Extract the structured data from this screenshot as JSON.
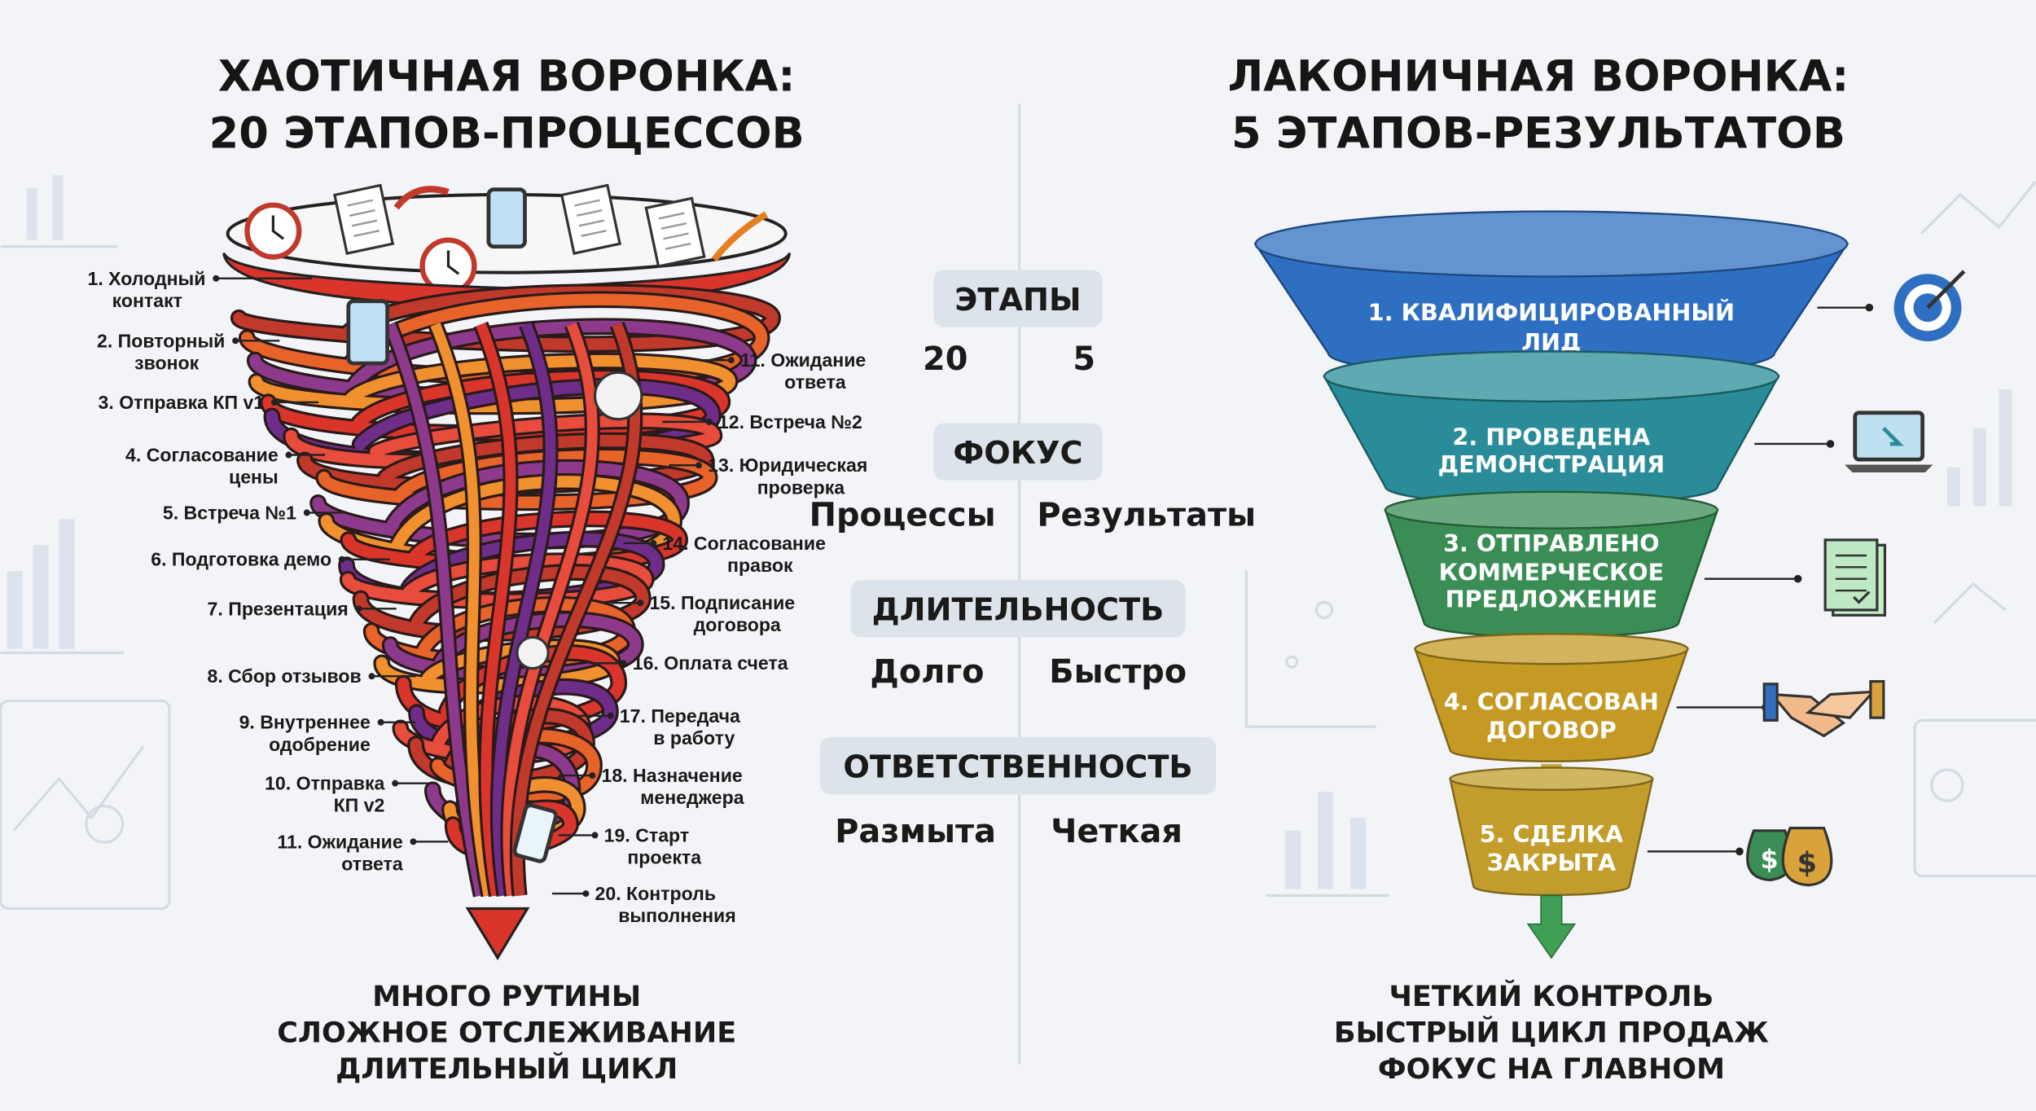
{
  "left": {
    "title": [
      "ХАОТИЧНАЯ ВОРОНКА:",
      "20 ЭТАПОВ-ПРОЦЕССОВ"
    ],
    "stages_left": [
      [
        "1. Холодный",
        "контакт"
      ],
      [
        "2. Повторный",
        "звонок"
      ],
      [
        "3. Отправка КП v1"
      ],
      [
        "4. Согласование",
        "цены"
      ],
      [
        "5. Встреча №1"
      ],
      [
        "6. Подготовка демо"
      ],
      [
        "7. Презентация"
      ],
      [
        "8. Сбор отзывов"
      ],
      [
        "9. Внутреннее",
        "одобрение"
      ],
      [
        "10. Отправка",
        "КП v2"
      ],
      [
        "11. Ожидание",
        "ответа"
      ]
    ],
    "stages_right": [
      [
        "11. Ожидание",
        "ответа"
      ],
      [
        "12. Встреча №2"
      ],
      [
        "13. Юридическая",
        "проверка"
      ],
      [
        "14. Согласование",
        "правок"
      ],
      [
        "15. Подписание",
        "договора"
      ],
      [
        "16. Оплата счета"
      ],
      [
        "17. Передача",
        "в работу"
      ],
      [
        "18. Назначение",
        "менеджера"
      ],
      [
        "19. Старт",
        "проекта"
      ],
      [
        "20. Контроль",
        "выполнения"
      ]
    ],
    "footer": [
      "МНОГО РУТИНЫ",
      "СЛОЖНОЕ ОТСЛЕЖИВАНИЕ",
      "ДЛИТЕЛЬНЫЙ ЦИКЛ"
    ]
  },
  "comparison": [
    {
      "label": "ЭТАПЫ",
      "left": "20",
      "right": "5"
    },
    {
      "label": "ФОКУС",
      "left": "Процессы",
      "right": "Результаты"
    },
    {
      "label": "ДЛИТЕЛЬНОСТЬ",
      "left": "Долго",
      "right": "Быстро"
    },
    {
      "label": "ОТВЕТСТВЕННОСТЬ",
      "left": "Размыта",
      "right": "Четкая"
    }
  ],
  "right": {
    "title": [
      "ЛАКОНИЧНАЯ ВОРОНКА:",
      "5 ЭТАПОВ-РЕЗУЛЬТАТОВ"
    ],
    "stages": [
      {
        "lines": [
          "1. КВАЛИФИЦИРОВАННЫЙ",
          "ЛИД"
        ],
        "color": "#2f6fc2",
        "icon": "target-icon"
      },
      {
        "lines": [
          "2. ПРОВЕДЕНА",
          "ДЕМОНСТРАЦИЯ"
        ],
        "color": "#2a8c98",
        "icon": "laptop-icon"
      },
      {
        "lines": [
          "3. ОТПРАВЛЕНО",
          "КОММЕРЧЕСКОЕ",
          "ПРЕДЛОЖЕНИЕ"
        ],
        "color": "#3a8d55",
        "icon": "document-icon"
      },
      {
        "lines": [
          "4. СОГЛАСОВАН",
          "ДОГОВОР"
        ],
        "color": "#c49a25",
        "icon": "handshake-icon"
      },
      {
        "lines": [
          "5. СДЕЛКА",
          "ЗАКРЫТА"
        ],
        "color": "#c29d2c",
        "icon": "money-bags-icon"
      }
    ],
    "footer": [
      "ЧЕТКИЙ КОНТРОЛЬ",
      "БЫСТРЫЙ ЦИКЛ ПРОДАЖ",
      "ФОКУС НА ГЛАВНОМ"
    ]
  }
}
